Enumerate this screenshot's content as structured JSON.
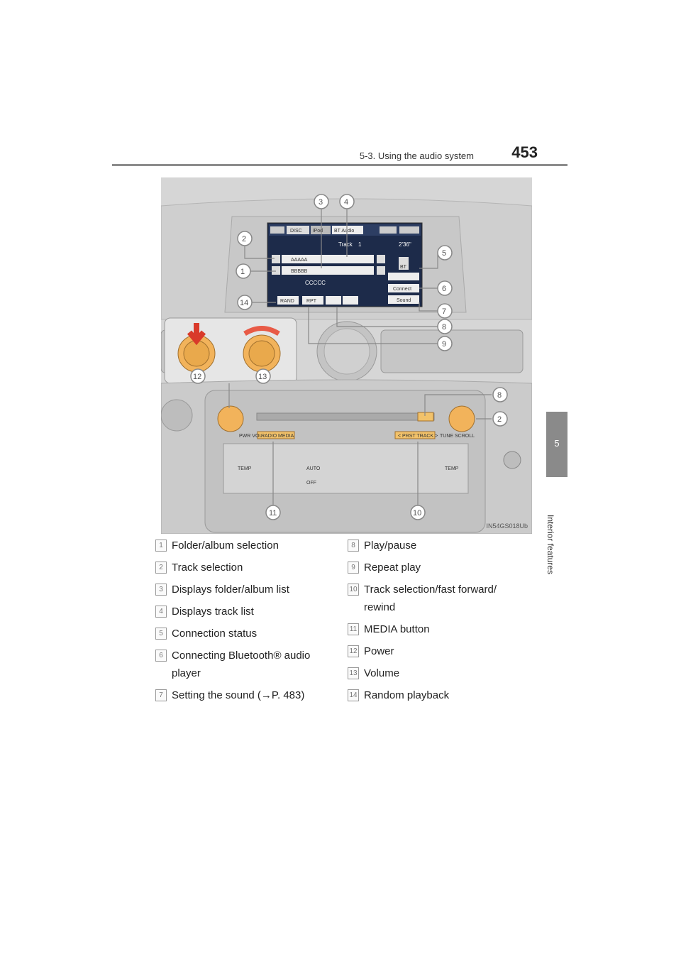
{
  "header": {
    "section": "5-3. Using the audio system",
    "page_number": "453"
  },
  "side_tab": {
    "number": "5",
    "label": "Interior features"
  },
  "figure": {
    "code": "IN54GS018Ub",
    "screen": {
      "tabs": [
        "DISC",
        "iPod",
        "BT Audio"
      ],
      "track_label": "Track",
      "track_number": "1",
      "time": "2'36\"",
      "rows": [
        "AAAAA",
        "BBBBB",
        "CCCCC"
      ],
      "bt_label": "BT",
      "connect": "Connect",
      "sound": "Sound",
      "rand": "RAND",
      "rpt": "RPT"
    },
    "panel": {
      "pwr_vol": "PWR\nVOL",
      "tune_scroll": "TUNE\nSCROLL",
      "radio": "RADIO",
      "media": "MEDIA",
      "prst_track": "< PRST TRACK >",
      "temp": "TEMP",
      "auto": "AUTO",
      "off": "OFF"
    },
    "callouts": [
      "1",
      "2",
      "3",
      "4",
      "5",
      "6",
      "7",
      "8",
      "9",
      "10",
      "11",
      "12",
      "13",
      "14"
    ]
  },
  "legend_left": [
    {
      "num": "1",
      "text": "Folder/album selection"
    },
    {
      "num": "2",
      "text": "Track selection"
    },
    {
      "num": "3",
      "text": "Displays folder/album list"
    },
    {
      "num": "4",
      "text": "Displays track list"
    },
    {
      "num": "5",
      "text": "Connection status"
    },
    {
      "num": "6",
      "text": "Connecting Bluetooth® audio player"
    },
    {
      "num": "7",
      "text": "Setting the sound (→P. 483)"
    }
  ],
  "legend_right": [
    {
      "num": "8",
      "text": "Play/pause"
    },
    {
      "num": "9",
      "text": "Repeat play"
    },
    {
      "num": "10",
      "text": "Track selection/fast forward/ rewind"
    },
    {
      "num": "11",
      "text": "MEDIA button"
    },
    {
      "num": "12",
      "text": "Power"
    },
    {
      "num": "13",
      "text": "Volume"
    },
    {
      "num": "14",
      "text": "Random playback"
    }
  ]
}
